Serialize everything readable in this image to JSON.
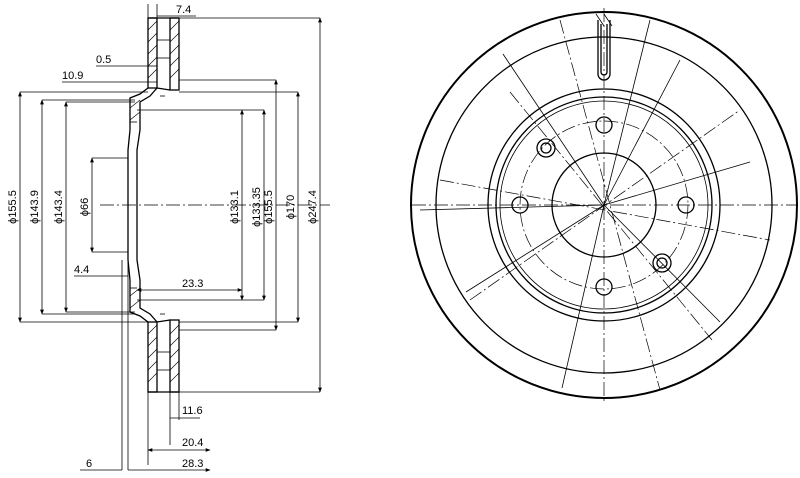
{
  "side_view": {
    "dims": {
      "d155_5_left": "ϕ155.5",
      "d143_9": "ϕ143.9",
      "d143_4": "ϕ143.4",
      "d66": "ϕ66",
      "d133_1": "ϕ133.1",
      "d133_35": "ϕ133.35",
      "d155_5_right": "ϕ155.5",
      "d170": "ϕ170",
      "d247_4": "ϕ247.4",
      "w7_4": "7.4",
      "w0_5": "0.5",
      "w10_9": "10.9",
      "w4_4": "4.4",
      "w23_3": "23.3",
      "w11_6": "11.6",
      "w20_4": "20.4",
      "w6": "6",
      "w28_3": "28.3"
    }
  }
}
